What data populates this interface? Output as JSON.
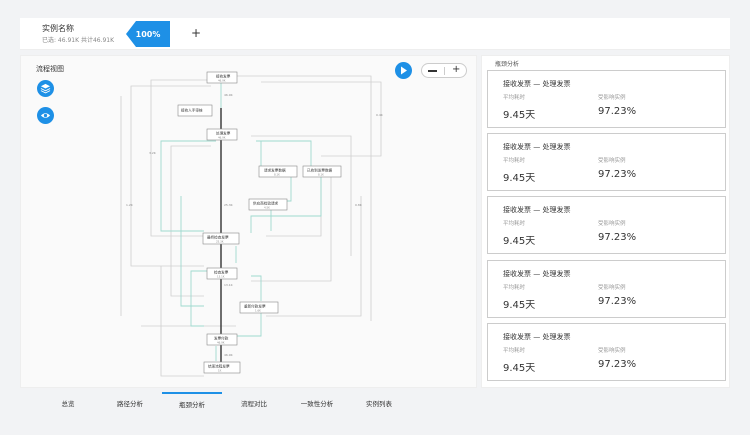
{
  "header": {
    "title": "实例名称",
    "subtitle": "已选: 46.91K 共计46.91K",
    "percent": "100%",
    "add_label": "+"
  },
  "flow": {
    "title": "流程视图",
    "icons": [
      "layers-icon",
      "eye-icon"
    ],
    "play_icon": "play-icon",
    "zoom_minus_icon": "minus-icon",
    "zoom_plus_label": "+",
    "nodes": [
      {
        "label": "接收发票",
        "count": "46.9K"
      },
      {
        "label": "接收人手审核",
        "count": ""
      },
      {
        "label": "处理发票",
        "count": "46.9K"
      },
      {
        "label": "请求发票数据",
        "count": "8.1K"
      },
      {
        "label": "已收到发票数据",
        "count": "8.1K"
      },
      {
        "label": "供应商检验请求",
        "count": "4.5K"
      },
      {
        "label": "最终检查发票",
        "count": "25.3K"
      },
      {
        "label": "检查发票",
        "count": "13.1K"
      },
      {
        "label": "重新付款发票",
        "count": "1.6K"
      },
      {
        "label": "发票付款",
        "count": "46.9K"
      },
      {
        "label": "结束流程发票",
        "count": "1K"
      }
    ]
  },
  "analysis": {
    "title": "瓶颈分析",
    "cards": [
      {
        "title": "接收发票 — 处理发票",
        "avg_label": "平均耗时",
        "avg_value": "9.45天",
        "pct_label": "受影响实例",
        "pct_value": "97.23%"
      },
      {
        "title": "接收发票 — 处理发票",
        "avg_label": "平均耗时",
        "avg_value": "9.45天",
        "pct_label": "受影响实例",
        "pct_value": "97.23%"
      },
      {
        "title": "接收发票 — 处理发票",
        "avg_label": "平均耗时",
        "avg_value": "9.45天",
        "pct_label": "受影响实例",
        "pct_value": "97.23%"
      },
      {
        "title": "接收发票 — 处理发票",
        "avg_label": "平均耗时",
        "avg_value": "9.45天",
        "pct_label": "受影响实例",
        "pct_value": "97.23%"
      },
      {
        "title": "接收发票 — 处理发票",
        "avg_label": "平均耗时",
        "avg_value": "9.45天",
        "pct_label": "受影响实例",
        "pct_value": "97.23%"
      }
    ]
  },
  "tabs": [
    {
      "label": "总览",
      "active": false
    },
    {
      "label": "路径分析",
      "active": false
    },
    {
      "label": "瓶颈分析",
      "active": true
    },
    {
      "label": "流程对比",
      "active": false
    },
    {
      "label": "一致性分析",
      "active": false
    },
    {
      "label": "实例列表",
      "active": false
    }
  ],
  "colors": {
    "accent": "#1e90e6",
    "flow_line": "#9fd9cf",
    "main_line": "#333333"
  }
}
